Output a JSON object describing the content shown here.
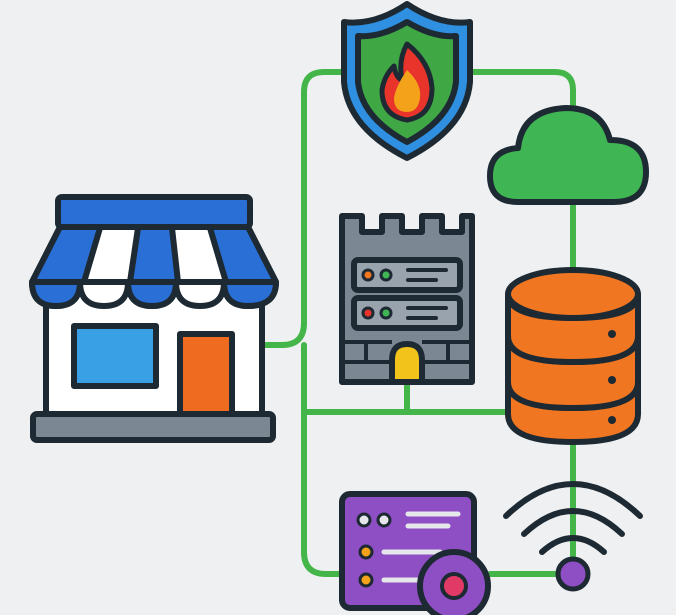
{
  "diagram": {
    "nodes": [
      {
        "id": "store",
        "icon": "storefront-icon",
        "label": ""
      },
      {
        "id": "firewall",
        "icon": "firewall-shield-icon",
        "label": ""
      },
      {
        "id": "cloud",
        "icon": "cloud-icon",
        "label": ""
      },
      {
        "id": "server",
        "icon": "castle-server-icon",
        "label": ""
      },
      {
        "id": "database",
        "icon": "database-icon",
        "label": ""
      },
      {
        "id": "router",
        "icon": "router-device-icon",
        "label": ""
      },
      {
        "id": "wifi",
        "icon": "wifi-icon",
        "label": ""
      }
    ],
    "edges": [
      [
        "store",
        "firewall"
      ],
      [
        "firewall",
        "cloud"
      ],
      [
        "cloud",
        "database"
      ],
      [
        "store",
        "server"
      ],
      [
        "server",
        "database"
      ],
      [
        "store",
        "router"
      ],
      [
        "database",
        "wifi"
      ],
      [
        "router",
        "wifi"
      ]
    ]
  },
  "colors": {
    "background": "#eef0f1",
    "connector": "#44b649",
    "outline": "#1e2a33",
    "awning_blue": "#2a6fd6",
    "window_blue": "#3aa0e6",
    "door_orange": "#ef6b1f",
    "shield_blue": "#2f8fe0",
    "shield_green": "#3fa845",
    "flame_red": "#e8342a",
    "flame_orange": "#f5a21b",
    "cloud_green": "#3fb653",
    "server_gray": "#7b8793",
    "server_yellow": "#f2c31b",
    "db_orange": "#f07621",
    "router_purple": "#8f4fc4",
    "accent_pink": "#e23a66"
  }
}
